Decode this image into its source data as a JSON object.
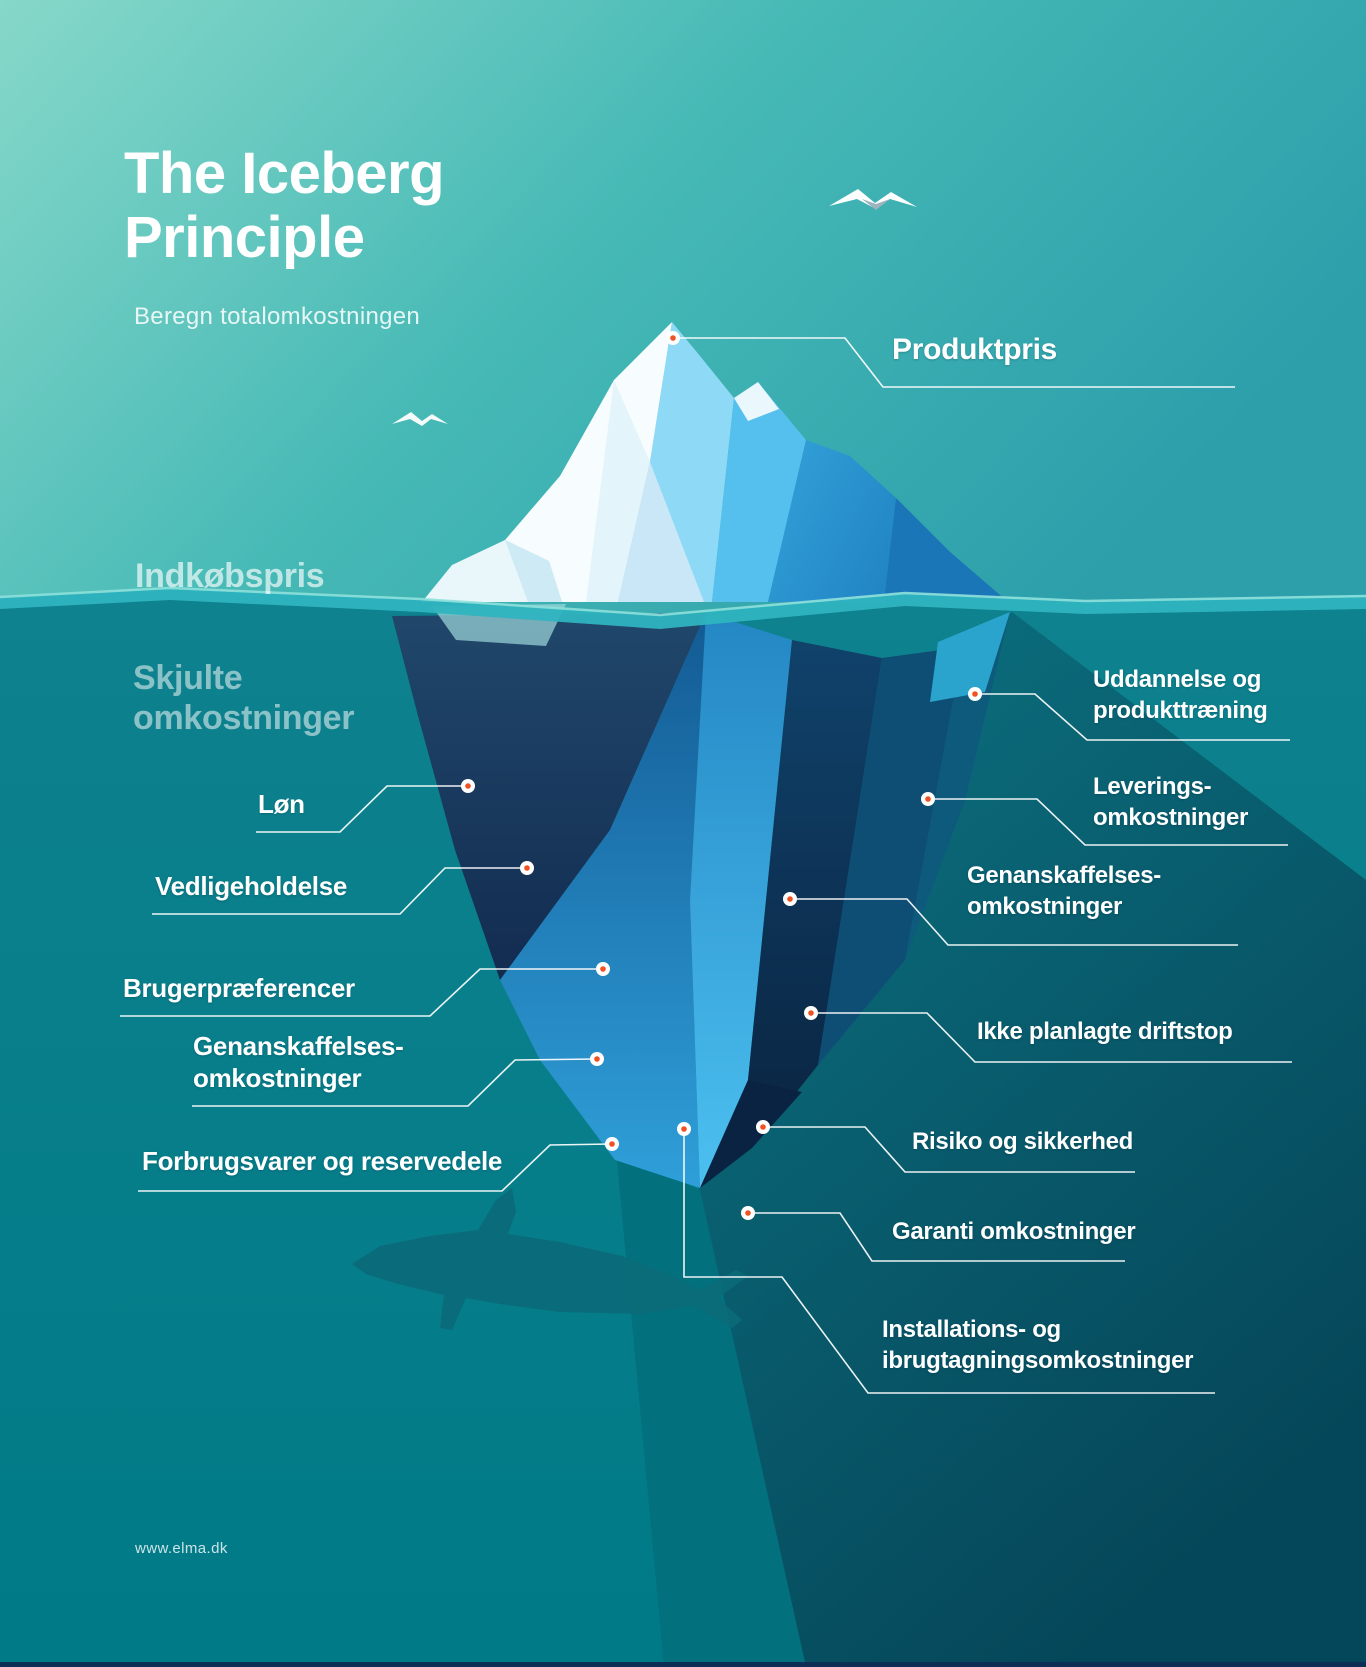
{
  "header": {
    "title": "The Iceberg\nPrinciple",
    "subtitle": "Beregn totalomkostningen"
  },
  "water_zones": {
    "above_label": "Indkøbspris",
    "below_label": "Skjulte\nomkostninger"
  },
  "callouts": {
    "left": [
      {
        "id": "lon",
        "text": "Løn"
      },
      {
        "id": "vedligeholdelse",
        "text": "Vedligeholdelse"
      },
      {
        "id": "brugerpraeferencer",
        "text": "Brugerpræferencer"
      },
      {
        "id": "genanskaffelses-left",
        "text": "Genanskaffelses-\nomkostninger"
      },
      {
        "id": "forbrugsvarer",
        "text": "Forbrugsvarer og reservedele"
      }
    ],
    "right": [
      {
        "id": "produktpris",
        "text": "Produktpris"
      },
      {
        "id": "uddannelse",
        "text": "Uddannelse og\nprodukttræning"
      },
      {
        "id": "leverings",
        "text": "Leverings-\nomkostninger"
      },
      {
        "id": "genanskaffelses-right",
        "text": "Genanskaffelses-\nomkostninger"
      },
      {
        "id": "ikke-planlagte",
        "text": "Ikke planlagte driftstop"
      },
      {
        "id": "risiko",
        "text": "Risiko og sikkerhed"
      },
      {
        "id": "garanti",
        "text": "Garanti omkostninger"
      },
      {
        "id": "installations",
        "text": "Installations- og\nibrugtagningsomkostninger"
      }
    ]
  },
  "footer": {
    "url": "www.elma.dk"
  },
  "colors": {
    "sky_light": "#83d6c8",
    "sky_deep": "#2c9fab",
    "water": "#0d818d",
    "water_shadow": "#05475a",
    "surface_band": "#2fb4c0",
    "ice_white": "#f7fdff",
    "ice_cyan": "#55bfee",
    "ice_navy": "#1d4265",
    "dot_accent": "#ef5223",
    "leader_line": "#ffffff"
  }
}
